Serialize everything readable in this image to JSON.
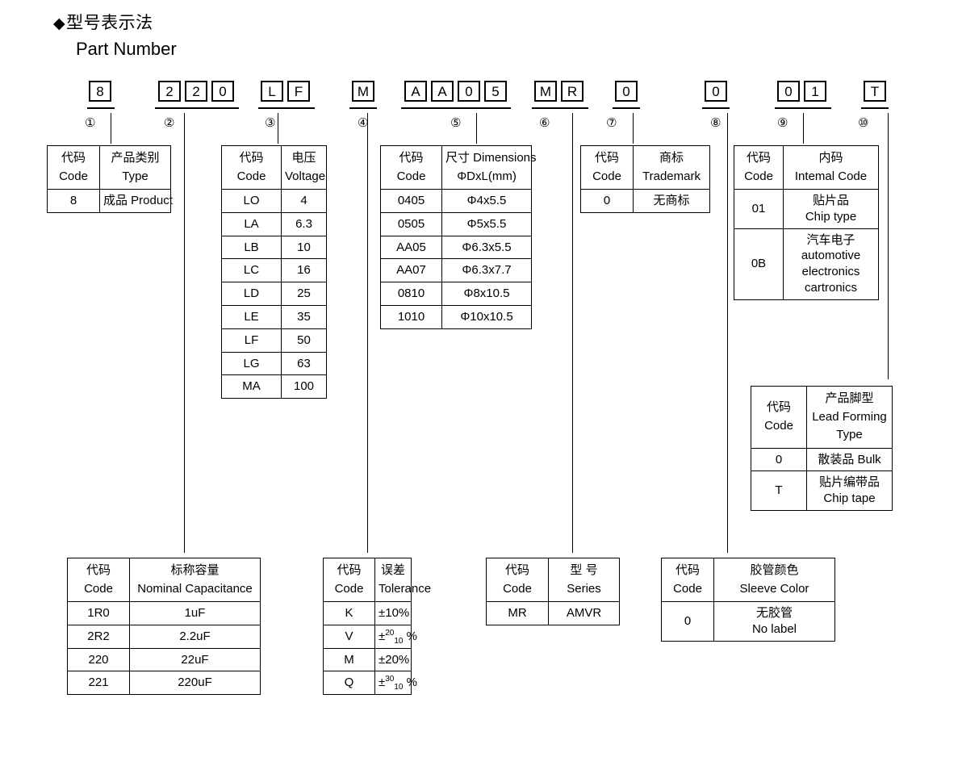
{
  "heading": {
    "diamond": "◆",
    "title_cn": "型号表示法",
    "title_en": "Part Number"
  },
  "part_number": {
    "segments": [
      {
        "marker": "①",
        "chars": [
          "8"
        ]
      },
      {
        "marker": "②",
        "chars": [
          "2",
          "2",
          "0"
        ]
      },
      {
        "marker": "③",
        "chars": [
          "L",
          "F"
        ]
      },
      {
        "marker": "④",
        "chars": [
          "M"
        ]
      },
      {
        "marker": "⑤",
        "chars": [
          "A",
          "A",
          "0",
          "5"
        ]
      },
      {
        "marker": "⑥",
        "chars": [
          "M",
          "R"
        ]
      },
      {
        "marker": "⑦",
        "chars": [
          "0"
        ]
      },
      {
        "marker": "⑧",
        "chars": [
          "0"
        ]
      },
      {
        "marker": "⑨",
        "chars": [
          "0",
          "1"
        ]
      },
      {
        "marker": "⑩",
        "chars": [
          "T"
        ]
      }
    ]
  },
  "tables": {
    "type": {
      "header": {
        "code_cn": "代码",
        "code_en": "Code",
        "value_cn": "产品类别",
        "value_en": "Type"
      },
      "rows": [
        {
          "code": "8",
          "value": "成品 Product"
        }
      ]
    },
    "voltage": {
      "header": {
        "code_cn": "代码",
        "code_en": "Code",
        "value_cn": "电压",
        "value_en": "Voltage"
      },
      "rows": [
        {
          "code": "LO",
          "value": "4"
        },
        {
          "code": "LA",
          "value": "6.3"
        },
        {
          "code": "LB",
          "value": "10"
        },
        {
          "code": "LC",
          "value": "16"
        },
        {
          "code": "LD",
          "value": "25"
        },
        {
          "code": "LE",
          "value": "35"
        },
        {
          "code": "LF",
          "value": "50"
        },
        {
          "code": "LG",
          "value": "63"
        },
        {
          "code": "MA",
          "value": "100"
        }
      ]
    },
    "dimensions": {
      "header": {
        "code_cn": "代码",
        "code_en": "Code",
        "value_cn": "尺寸 Dimensions",
        "value_en": "ΦDxL(mm)"
      },
      "rows": [
        {
          "code": "0405",
          "value": "Φ4x5.5"
        },
        {
          "code": "0505",
          "value": "Φ5x5.5"
        },
        {
          "code": "AA05",
          "value": "Φ6.3x5.5"
        },
        {
          "code": "AA07",
          "value": "Φ6.3x7.7"
        },
        {
          "code": "0810",
          "value": "Φ8x10.5"
        },
        {
          "code": "1010",
          "value": "Φ10x10.5"
        }
      ]
    },
    "trademark": {
      "header": {
        "code_cn": "代码",
        "code_en": "Code",
        "value_cn": "商标",
        "value_en": "Trademark"
      },
      "rows": [
        {
          "code": "0",
          "value": "无商标"
        }
      ]
    },
    "internal_code": {
      "header": {
        "code_cn": "代码",
        "code_en": "Code",
        "value_cn": "内码",
        "value_en": "Intemal Code"
      },
      "rows": [
        {
          "code": "01",
          "line1": "贴片品",
          "line2": "Chip type",
          "line3": "",
          "line4": ""
        },
        {
          "code": "0B",
          "line1": "汽车电子",
          "line2": "automotive",
          "line3": "electronics",
          "line4": "cartronics"
        }
      ]
    },
    "lead_forming": {
      "header": {
        "code_cn": "代码",
        "code_en": "Code",
        "value_cn": "产品脚型",
        "value_en": "Lead Forming",
        "value_en2": "Type"
      },
      "rows": [
        {
          "code": "0",
          "line1": "散装品 Bulk",
          "line2": ""
        },
        {
          "code": "T",
          "line1": "贴片编带品",
          "line2": "Chip tape"
        }
      ]
    },
    "capacitance": {
      "header": {
        "code_cn": "代码",
        "code_en": "Code",
        "value_cn": "标称容量",
        "value_en": "Nominal Capacitance"
      },
      "rows": [
        {
          "code": "1R0",
          "value": "1uF"
        },
        {
          "code": "2R2",
          "value": "2.2uF"
        },
        {
          "code": "220",
          "value": "22uF"
        },
        {
          "code": "221",
          "value": "220uF"
        }
      ]
    },
    "tolerance": {
      "header": {
        "code_cn": "代码",
        "code_en": "Code",
        "value_cn": "误差",
        "value_en": "Tolerance"
      },
      "rows": [
        {
          "code": "K",
          "plain": "±10%",
          "sup": "",
          "sub": ""
        },
        {
          "code": "V",
          "plain": "",
          "sup": "20",
          "sub": "10"
        },
        {
          "code": "M",
          "plain": "±20%",
          "sup": "",
          "sub": ""
        },
        {
          "code": "Q",
          "plain": "",
          "sup": "30",
          "sub": "10"
        }
      ]
    },
    "series": {
      "header": {
        "code_cn": "代码",
        "code_en": "Code",
        "value_cn": "型 号",
        "value_en": "Series"
      },
      "rows": [
        {
          "code": "MR",
          "value": "AMVR"
        }
      ]
    },
    "sleeve_color": {
      "header": {
        "code_cn": "代码",
        "code_en": "Code",
        "value_cn": "胶管颜色",
        "value_en": "Sleeve Color"
      },
      "rows": [
        {
          "code": "0",
          "line1": "无胶管",
          "line2": "No label"
        }
      ]
    }
  }
}
